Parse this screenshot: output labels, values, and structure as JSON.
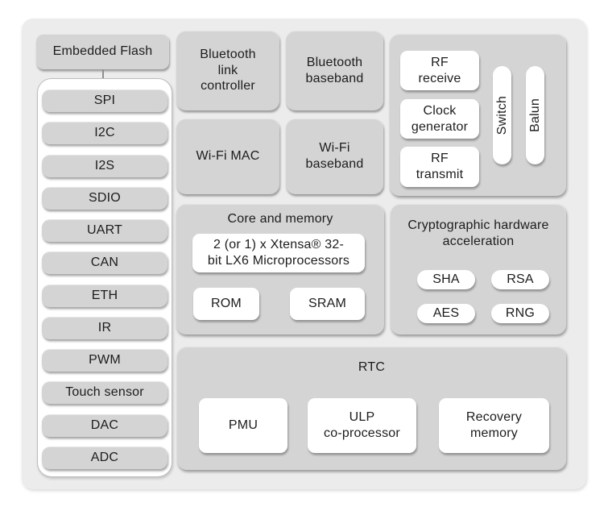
{
  "colors": {
    "canvas": "#ffffff",
    "chip_background": "#ececec",
    "block_gray": "#d4d4d4",
    "block_white": "#ffffff",
    "text": "#1c1c1c"
  },
  "sidebar": {
    "flash": "Embedded Flash",
    "peripherals": [
      "SPI",
      "I2C",
      "I2S",
      "SDIO",
      "UART",
      "CAN",
      "ETH",
      "IR",
      "PWM",
      "Touch sensor",
      "DAC",
      "ADC"
    ]
  },
  "wireless": {
    "bluetooth_link_controller": "Bluetooth\nlink\ncontroller",
    "bluetooth_baseband": "Bluetooth\nbaseband",
    "wifi_mac": "Wi-Fi MAC",
    "wifi_baseband": "Wi-Fi\nbaseband"
  },
  "rf": {
    "receive": "RF\nreceive",
    "clock_generator": "Clock\ngenerator",
    "transmit": "RF\ntransmit",
    "switch": "Switch",
    "balun": "Balun"
  },
  "core": {
    "title": "Core and memory",
    "cpu": "2 (or 1) x Xtensa® 32-\nbit LX6 Microprocessors",
    "rom": "ROM",
    "sram": "SRAM"
  },
  "crypto": {
    "title": "Cryptographic hardware\nacceleration",
    "items": [
      "SHA",
      "RSA",
      "AES",
      "RNG"
    ]
  },
  "rtc": {
    "title": "RTC",
    "pmu": "PMU",
    "ulp": "ULP\nco-processor",
    "recovery_memory": "Recovery\nmemory"
  }
}
